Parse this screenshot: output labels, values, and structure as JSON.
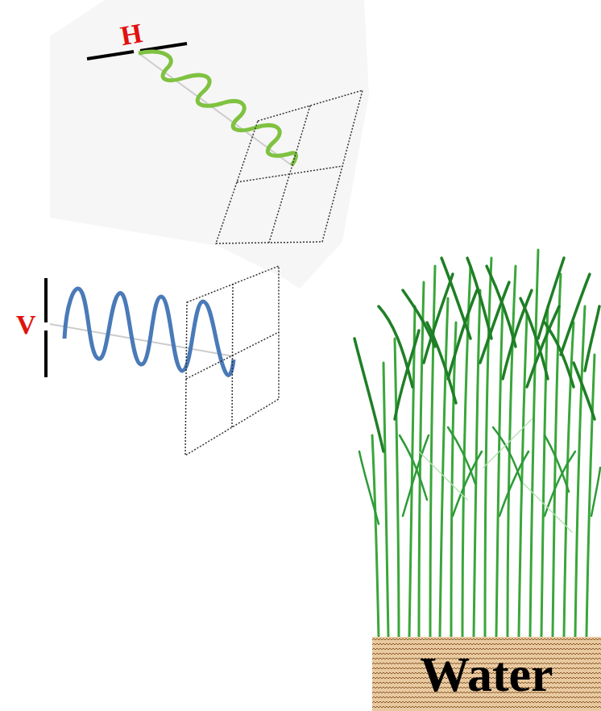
{
  "diagram": {
    "nodes": [
      {
        "text": [
          "Water"
        ]
      }
    ],
    "labels": [
      "H",
      "V"
    ]
  }
}
